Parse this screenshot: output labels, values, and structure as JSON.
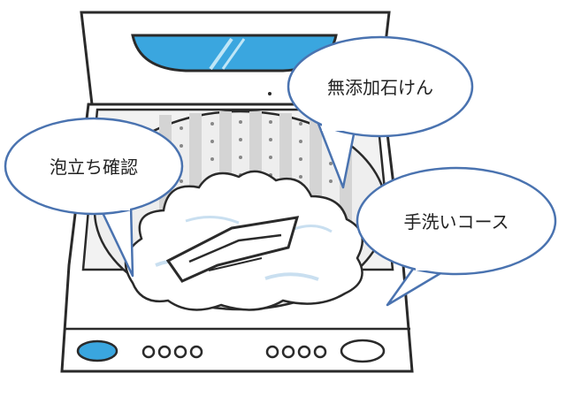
{
  "bubbles": {
    "soap": "無添加石けん",
    "foam": "泡立ち確認",
    "course": "手洗いコース"
  },
  "colors": {
    "outline": "#2a2a2a",
    "bubble_stroke": "#4a73b0",
    "lid_window": "#3aa6df",
    "drum_stripe": "#d4d4d4",
    "drum_bg": "#eeeeee",
    "body_fill": "#ffffff",
    "button_accent": "#3aa6df"
  },
  "icons": [
    "washing-machine",
    "lid-window",
    "foam",
    "garment",
    "control-buttons"
  ]
}
